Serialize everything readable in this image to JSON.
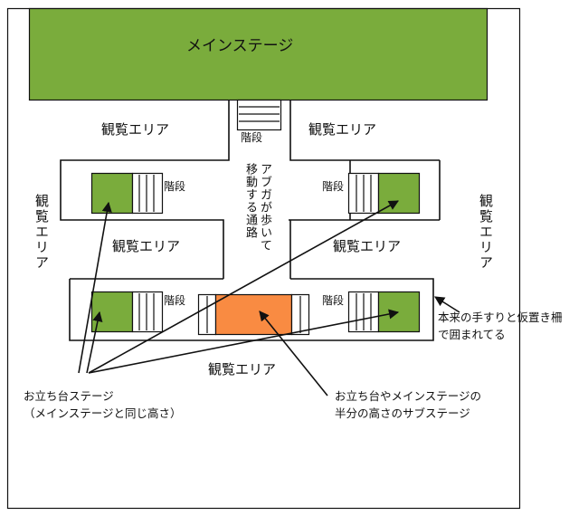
{
  "colors": {
    "main_stage": "#7aac3c",
    "platform_stage": "#7aac3c",
    "sub_stage": "#f98b42",
    "line": "#111111",
    "background": "#ffffff"
  },
  "main_stage": {
    "label": "メインステージ"
  },
  "stairs_label": "階段",
  "viewing_area_label": "観覧エリア",
  "viewing_areas": [
    {
      "id": "top-left",
      "label": "観覧エリア"
    },
    {
      "id": "top-right",
      "label": "観覧エリア"
    },
    {
      "id": "mid-left",
      "label": "観覧エリア"
    },
    {
      "id": "mid-right",
      "label": "観覧エリア"
    },
    {
      "id": "bottom",
      "label": "観覧エリア"
    },
    {
      "id": "left-side",
      "label": "観覧エリア"
    },
    {
      "id": "right-side",
      "label": "観覧エリア"
    }
  ],
  "stairs": [
    {
      "id": "main-stage-stairs",
      "label": "階段"
    },
    {
      "id": "upper-left-stairs",
      "label": "階段"
    },
    {
      "id": "upper-right-stairs",
      "label": "階段"
    },
    {
      "id": "lower-left-stairs",
      "label": "階段"
    },
    {
      "id": "lower-right-stairs",
      "label": "階段"
    }
  ],
  "corridor": {
    "line1": "アブガが歩いて",
    "line2": "移動する通路"
  },
  "annotations": {
    "platform_stage": {
      "line1": "お立ち台ステージ",
      "line2": "（メインステージと同じ高さ）"
    },
    "sub_stage": {
      "line1": "お立ち台やメインステージの",
      "line2": "半分の高さのサブステージ"
    },
    "railing": {
      "line1": "本来の手すりと仮置き柵",
      "line2": "で囲まれてる"
    }
  }
}
